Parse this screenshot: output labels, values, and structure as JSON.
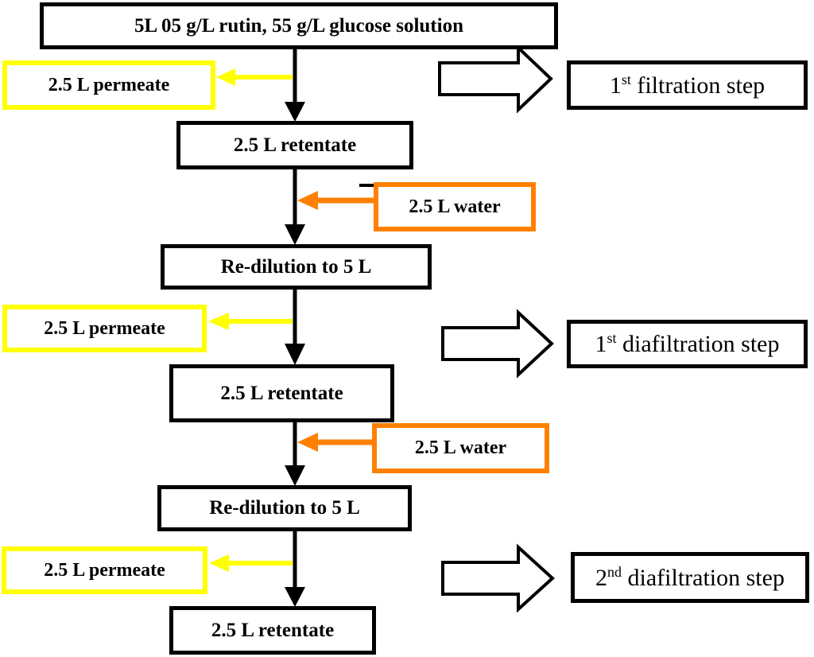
{
  "colors": {
    "black": "#000000",
    "yellow": "#ffff00",
    "orange": "#ff8000",
    "background": "#ffffff"
  },
  "nodes": {
    "source": "5L 05 g/L rutin, 55 g/L glucose solution",
    "permeate1": "2.5 L permeate",
    "retentate1": "2.5 L retentate",
    "water1": "2.5 L water",
    "redilution1": "Re-dilution to 5 L",
    "permeate2": "2.5 L permeate",
    "retentate2": "2.5 L retentate",
    "water2": "2.5 L water",
    "redilution2": "Re-dilution to 5 L",
    "permeate3": "2.5 L permeate",
    "retentate3": "2.5 L retentate"
  },
  "steps": [
    {
      "ordinal": "1",
      "suffix": "st",
      "label": " filtration step"
    },
    {
      "ordinal": "1",
      "suffix": "st",
      "label": " diafiltration step"
    },
    {
      "ordinal": "2",
      "suffix": "nd",
      "label": " diafiltration step"
    }
  ]
}
